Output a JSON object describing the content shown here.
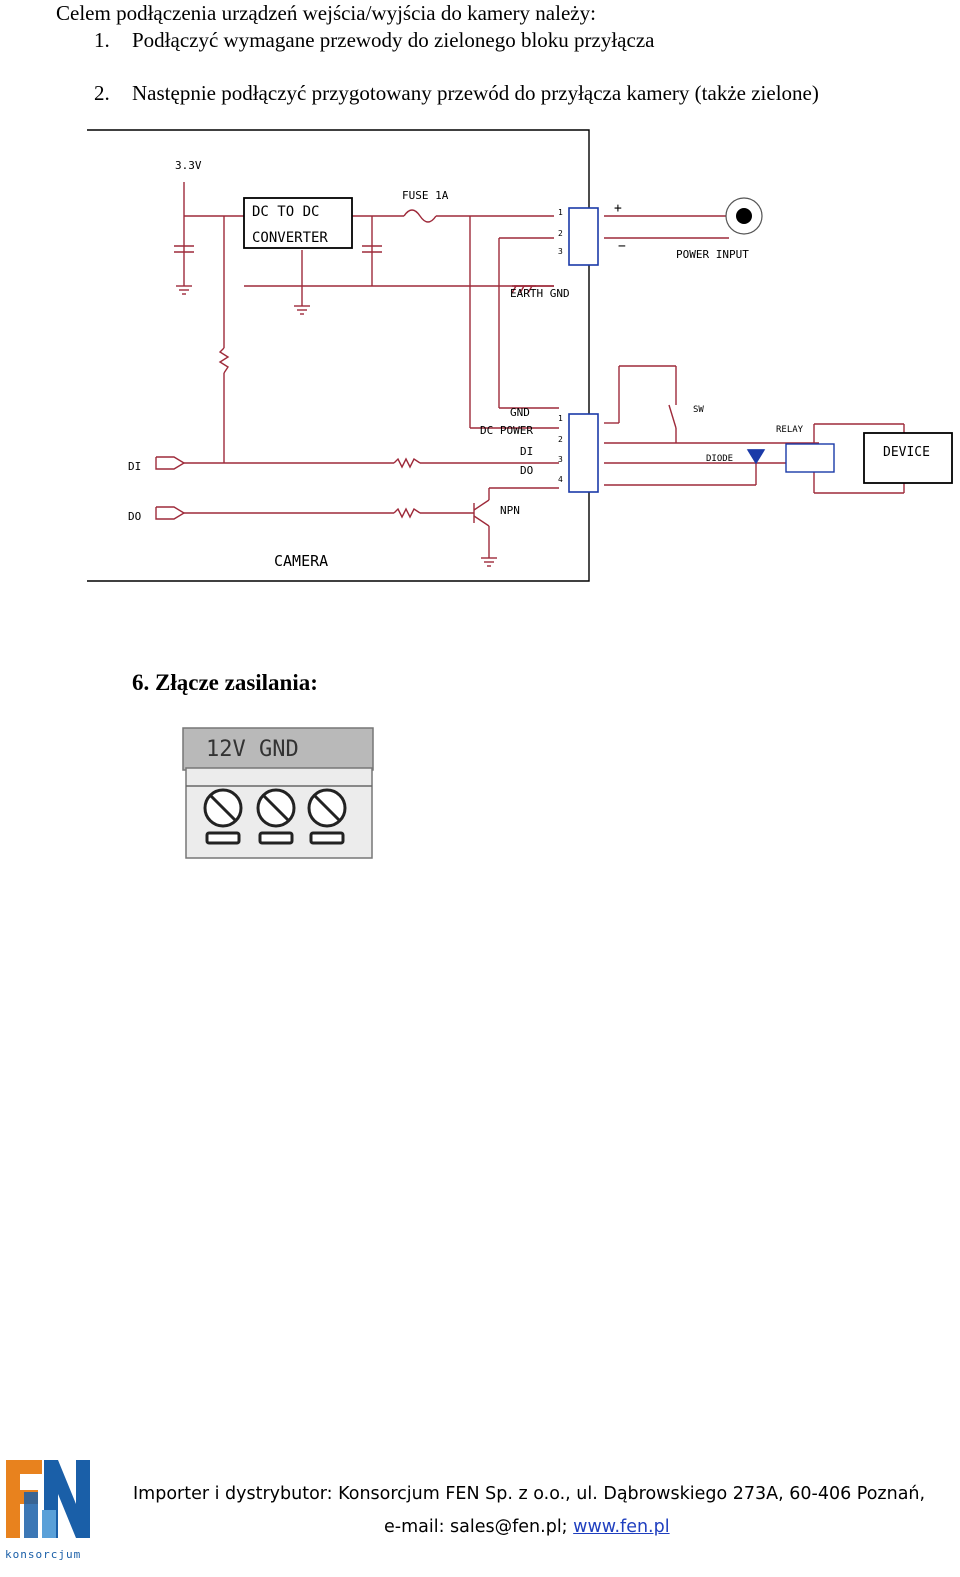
{
  "intro": "Celem podłączenia urządzeń wejścia/wyjścia do kamery należy:",
  "steps": [
    {
      "num": "1.",
      "text": "Podłączyć wymagane przewody do zielonego bloku przyłącza"
    },
    {
      "num": "2.",
      "text": "Następnie podłączyć przygotowany przewód do przyłącza kamery (także zielone)"
    }
  ],
  "diagram": {
    "v33": "3.3V",
    "dc_line1": "DC TO DC",
    "dc_line2": "CONVERTER",
    "fuse": "FUSE 1A",
    "plus": "+",
    "minus": "−",
    "power_input": "POWER INPUT",
    "earth_gnd": "EARTH GND",
    "pin1": "1",
    "pin2": "2",
    "pin3": "3",
    "pin4": "4",
    "gnd": "GND",
    "dc_power": "DC POWER",
    "di_pin": "DI",
    "do_pin": "DO",
    "sw": "SW",
    "relay": "RELAY",
    "diode": "DIODE",
    "device": "DEVICE",
    "di": "DI",
    "do": "DO",
    "npn": "NPN",
    "camera": "CAMERA"
  },
  "section6": "6. Złącze zasilania:",
  "terminal": {
    "label": "12V GND"
  },
  "footer": {
    "line1": "Importer i dystrybutor: Konsorcjum FEN Sp. z o.o., ul. Dąbrowskiego 273A, 60-406 Poznań,",
    "email_prefix": "e-mail: sales@fen.pl; ",
    "website": "www.fen.pl"
  },
  "logo": {
    "text": "konsorcjum",
    "icon": "fen-logo-icon",
    "color_orange": "#e8821e",
    "color_blue": "#1a5fa8"
  }
}
